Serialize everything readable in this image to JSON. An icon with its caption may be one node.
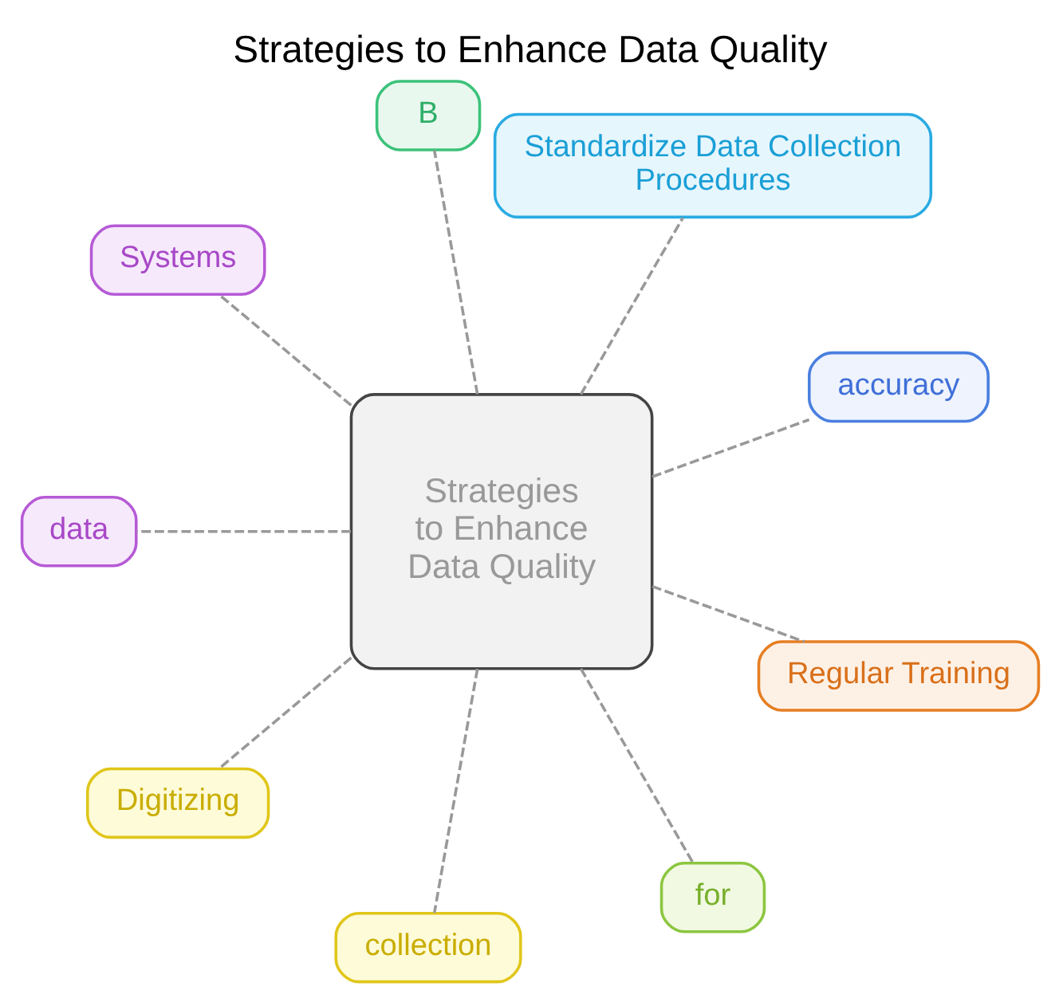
{
  "diagram": {
    "title": "Strategies to Enhance Data Quality",
    "nodes": [
      {
        "text": [
          "accuracy"
        ]
      },
      {
        "text": [
          "Standardize Data Collection Procedures"
        ]
      },
      {
        "text": [
          "B"
        ]
      },
      {
        "text": [
          "Systems"
        ]
      },
      {
        "text": [
          "Strategies to Enhance Data Quality"
        ]
      },
      {
        "text": [
          "data"
        ]
      },
      {
        "text": [
          "Digitizing"
        ]
      },
      {
        "text": [
          "collection"
        ]
      },
      {
        "text": [
          "for"
        ]
      },
      {
        "text": [
          "Regular Training"
        ]
      }
    ],
    "edges": [
      {
        "from": 4,
        "to": 0,
        "arrow": "none",
        "style": "dashed"
      },
      {
        "from": 4,
        "to": 1,
        "arrow": "none",
        "style": "dashed"
      },
      {
        "from": 4,
        "to": 2,
        "arrow": "none",
        "style": "dashed"
      },
      {
        "from": 4,
        "to": 3,
        "arrow": "none",
        "style": "dashed"
      },
      {
        "from": 4,
        "to": 5,
        "arrow": "none",
        "style": "dashed"
      },
      {
        "from": 4,
        "to": 6,
        "arrow": "none",
        "style": "dashed"
      },
      {
        "from": 4,
        "to": 7,
        "arrow": "none",
        "style": "dashed"
      },
      {
        "from": 4,
        "to": 8,
        "arrow": "none",
        "style": "dashed"
      },
      {
        "from": 4,
        "to": 9,
        "arrow": "none",
        "style": "dashed"
      }
    ]
  }
}
